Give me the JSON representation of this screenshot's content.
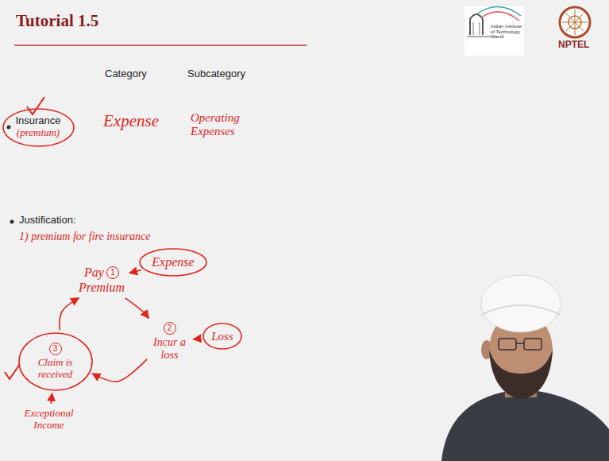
{
  "diagram": {
    "title": "Tutorial 1.5",
    "nodes": [
      {
        "text": [
          "Insurance",
          "(premium)"
        ]
      },
      {
        "text": [
          "Pay",
          "1",
          "Premium"
        ]
      },
      {
        "text": [
          "Expense"
        ]
      },
      {
        "text": [
          "2",
          "Incur a loss"
        ]
      },
      {
        "text": [
          "Loss"
        ]
      },
      {
        "text": [
          "3",
          "Claim is received"
        ]
      },
      {
        "text": [
          "Exceptional Income"
        ]
      }
    ],
    "edges": [
      {
        "from": 1,
        "to": 3,
        "arrow": "to"
      },
      {
        "from": 3,
        "to": 5,
        "arrow": "to"
      },
      {
        "from": 5,
        "to": 1,
        "arrow": "to"
      },
      {
        "from": 2,
        "to": 1,
        "arrow": "to"
      },
      {
        "from": 4,
        "to": 3,
        "arrow": "to"
      },
      {
        "from": 6,
        "to": 5,
        "arrow": "to"
      }
    ],
    "labels": [
      "Category",
      "Subcategory",
      "Expense",
      "Operating Expenses",
      "Justification:",
      "1) premium for fire insurance",
      "Indian Institute of Technology Mandi",
      "NPTEL"
    ]
  }
}
